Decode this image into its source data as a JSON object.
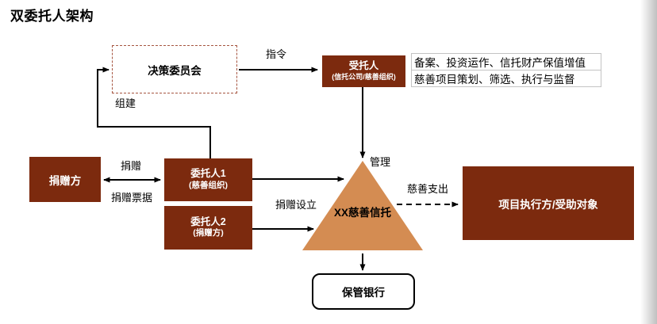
{
  "title": "双委托人架构",
  "colors": {
    "box_dark_brown": "#7c2a0e",
    "triangle_orange": "#d48c52",
    "dashed_border_red": "#a65540",
    "duty_border_gray": "#c3c3c3"
  },
  "nodes": {
    "decision_committee": {
      "label": "决策委员会"
    },
    "trustee": {
      "label": "受托人",
      "sublabel": "(信托公司/慈善组织)"
    },
    "duties": [
      "备案、投资运作、信托财产保值增值",
      "慈善项目策划、筛选、执行与监督"
    ],
    "donor": {
      "label": "捐赠方"
    },
    "principal1": {
      "label": "委托人1",
      "sublabel": "(慈善组织)"
    },
    "principal2": {
      "label": "委托人2",
      "sublabel": "(捐赠方)"
    },
    "trust_triangle": {
      "label": "XX慈善信托"
    },
    "executor": {
      "label": "项目执行方/受助对象"
    },
    "custodian_bank": {
      "label": "保管银行"
    }
  },
  "edge_labels": {
    "form": "组建",
    "instruction": "指令",
    "donate": "捐赠",
    "donation_receipt": "捐赠票据",
    "donation_setup": "捐赠设立",
    "manage": "管理",
    "charitable_expenditure": "慈善支出"
  }
}
